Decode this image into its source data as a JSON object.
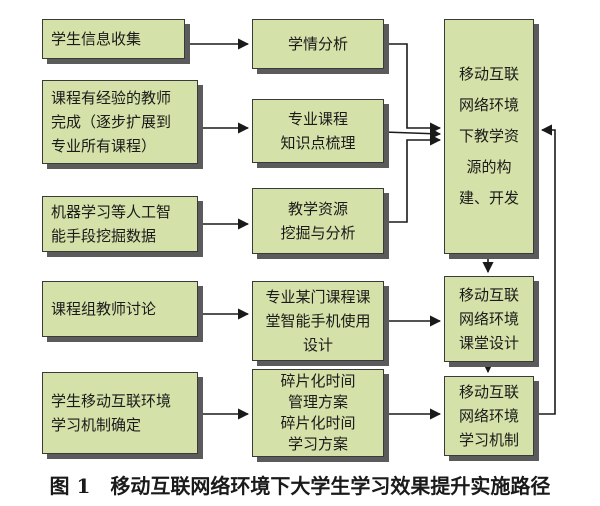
{
  "boxes": {
    "info": "学生信息收集",
    "teacher": "课程有经验的教师\n完成（逐步扩展到\n专业所有课程）",
    "ml": "机器学习等人工智\n能手段挖掘数据",
    "group": "课程组教师讨论",
    "mobile": "学生移动互联环境\n学习机制确定",
    "analysis": "学情分析",
    "knowledge": "专业课程\n知识点梳理",
    "mining": "教学资源\n挖掘与分析",
    "phone": "专业某门课程课\n堂智能手机使用\n设计",
    "fragment": "碎片化时间\n管理方案\n碎片化时间\n学习方案",
    "resource": "移动互联\n网络环境\n下教学资\n源的构\n建、开发",
    "classroom": "移动互联\n网络环境\n课堂设计",
    "mechanism": "移动互联\n网络环境\n学习机制"
  },
  "caption": "图 1　移动互联网络环境下大学生学习效果提升实施路径",
  "colors": {
    "box_fill": "#d4e1a8",
    "border": "#3a3a3a",
    "shadow": "#5b5b5b"
  }
}
